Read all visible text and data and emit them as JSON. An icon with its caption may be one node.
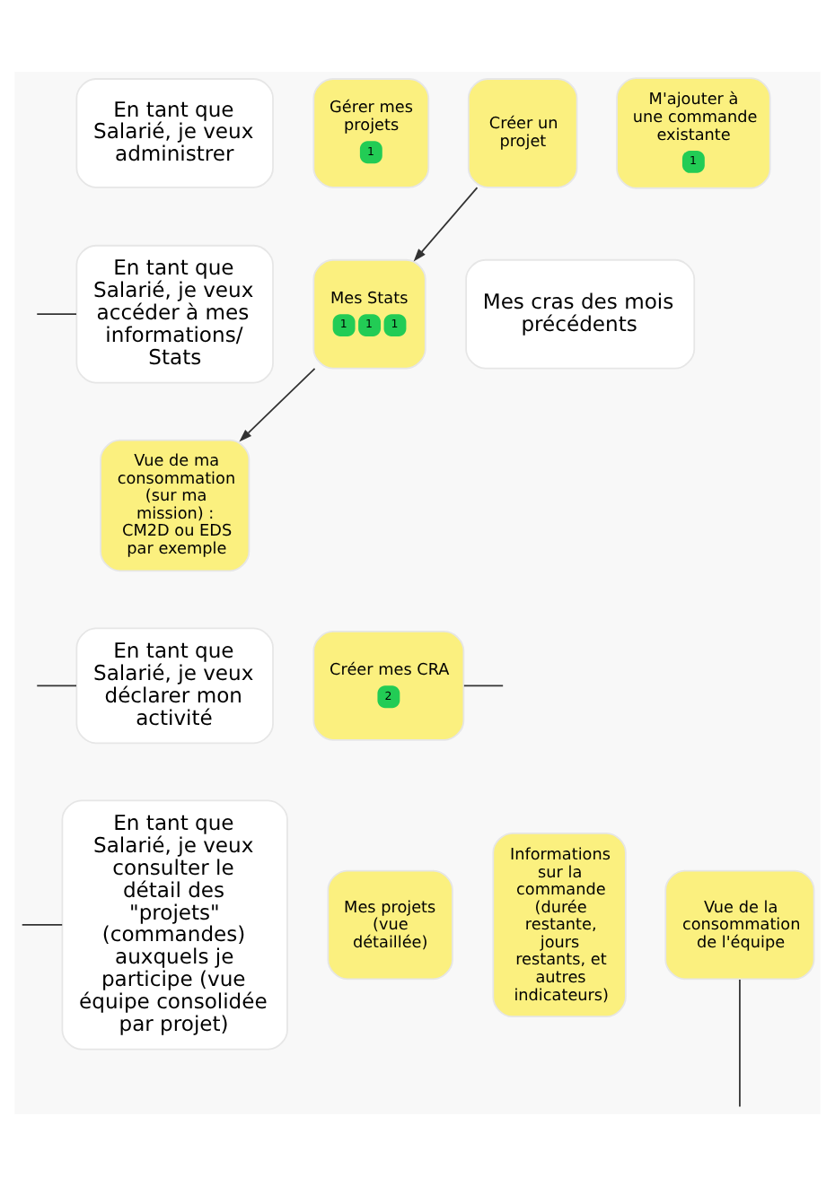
{
  "diagram": {
    "nodes": [
      {
        "text": [
          "En tant que Salarié, je veux administrer"
        ]
      },
      {
        "text": [
          "Gérer mes projets",
          "1"
        ]
      },
      {
        "text": [
          "Créer un projet"
        ]
      },
      {
        "text": [
          "M'ajouter à une commande existante",
          "1"
        ]
      },
      {
        "text": [
          "En tant que Salarié, je veux accéder à mes informations/ Stats"
        ]
      },
      {
        "text": [
          "Mes Stats",
          "1",
          "1",
          "1"
        ]
      },
      {
        "text": [
          "Mes cras des mois précédents"
        ]
      },
      {
        "text": [
          "Vue de ma consommation (sur ma mission) : CM2D ou EDS par exemple"
        ]
      },
      {
        "text": [
          "En tant que Salarié, je veux déclarer mon activité"
        ]
      },
      {
        "text": [
          "Créer mes CRA",
          "2"
        ]
      },
      {
        "text": [
          "En tant que Salarié, je veux consulter le détail des \"projets\" (commandes) auxquels je participe (vue équipe consolidée par projet)"
        ]
      },
      {
        "text": [
          "Mes projets (vue détaillée)"
        ]
      },
      {
        "text": [
          "Informations sur la commande (durée restante, jours restants, et autres indicateurs)"
        ]
      },
      {
        "text": [
          "Vue de la consommation de l'équipe"
        ]
      }
    ],
    "edges": [
      {
        "from": 2,
        "to": 5,
        "arrow": "to"
      },
      {
        "from": 5,
        "to": 7,
        "arrow": "to"
      },
      {
        "from": null,
        "to": 4,
        "arrow": "none"
      },
      {
        "from": null,
        "to": 8,
        "arrow": "none"
      },
      {
        "from": 9,
        "to": null,
        "arrow": "none"
      },
      {
        "from": null,
        "to": 10,
        "arrow": "none"
      },
      {
        "from": 13,
        "to": null,
        "arrow": "none"
      }
    ]
  }
}
